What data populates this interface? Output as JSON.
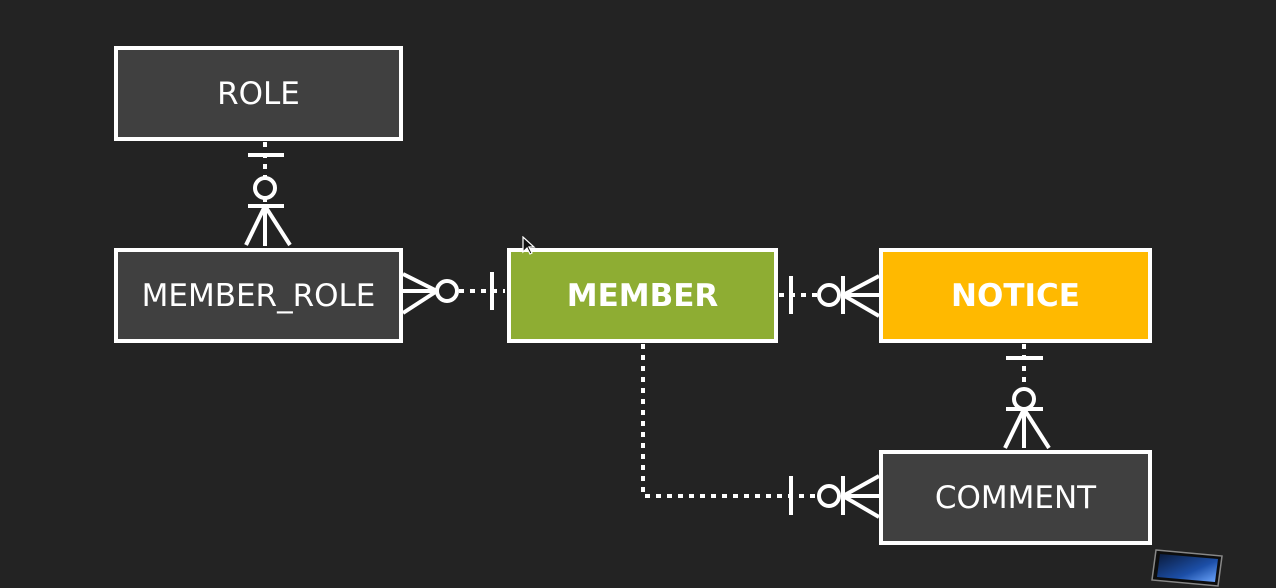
{
  "diagram": {
    "entities": [
      {
        "id": "role",
        "label": "ROLE",
        "fill": "#404040"
      },
      {
        "id": "member_role",
        "label": "MEMBER_ROLE",
        "fill": "#404040"
      },
      {
        "id": "member",
        "label": "MEMBER",
        "fill": "#8EAD33"
      },
      {
        "id": "notice",
        "label": "NOTICE",
        "fill": "#FFB900"
      },
      {
        "id": "comment",
        "label": "COMMENT",
        "fill": "#404040"
      }
    ],
    "relationships": [
      {
        "from": "role",
        "to": "member_role",
        "from_end": "one",
        "to_end": "zero-or-many"
      },
      {
        "from": "member",
        "to": "member_role",
        "from_end": "one",
        "to_end": "zero-or-many"
      },
      {
        "from": "member",
        "to": "notice",
        "from_end": "one",
        "to_end": "zero-or-many"
      },
      {
        "from": "member",
        "to": "comment",
        "from_end": "one",
        "to_end": "zero-or-many"
      },
      {
        "from": "notice",
        "to": "comment",
        "from_end": "one",
        "to_end": "zero-or-many"
      }
    ],
    "line_color": "#FFFFFF",
    "background": "#232323"
  }
}
